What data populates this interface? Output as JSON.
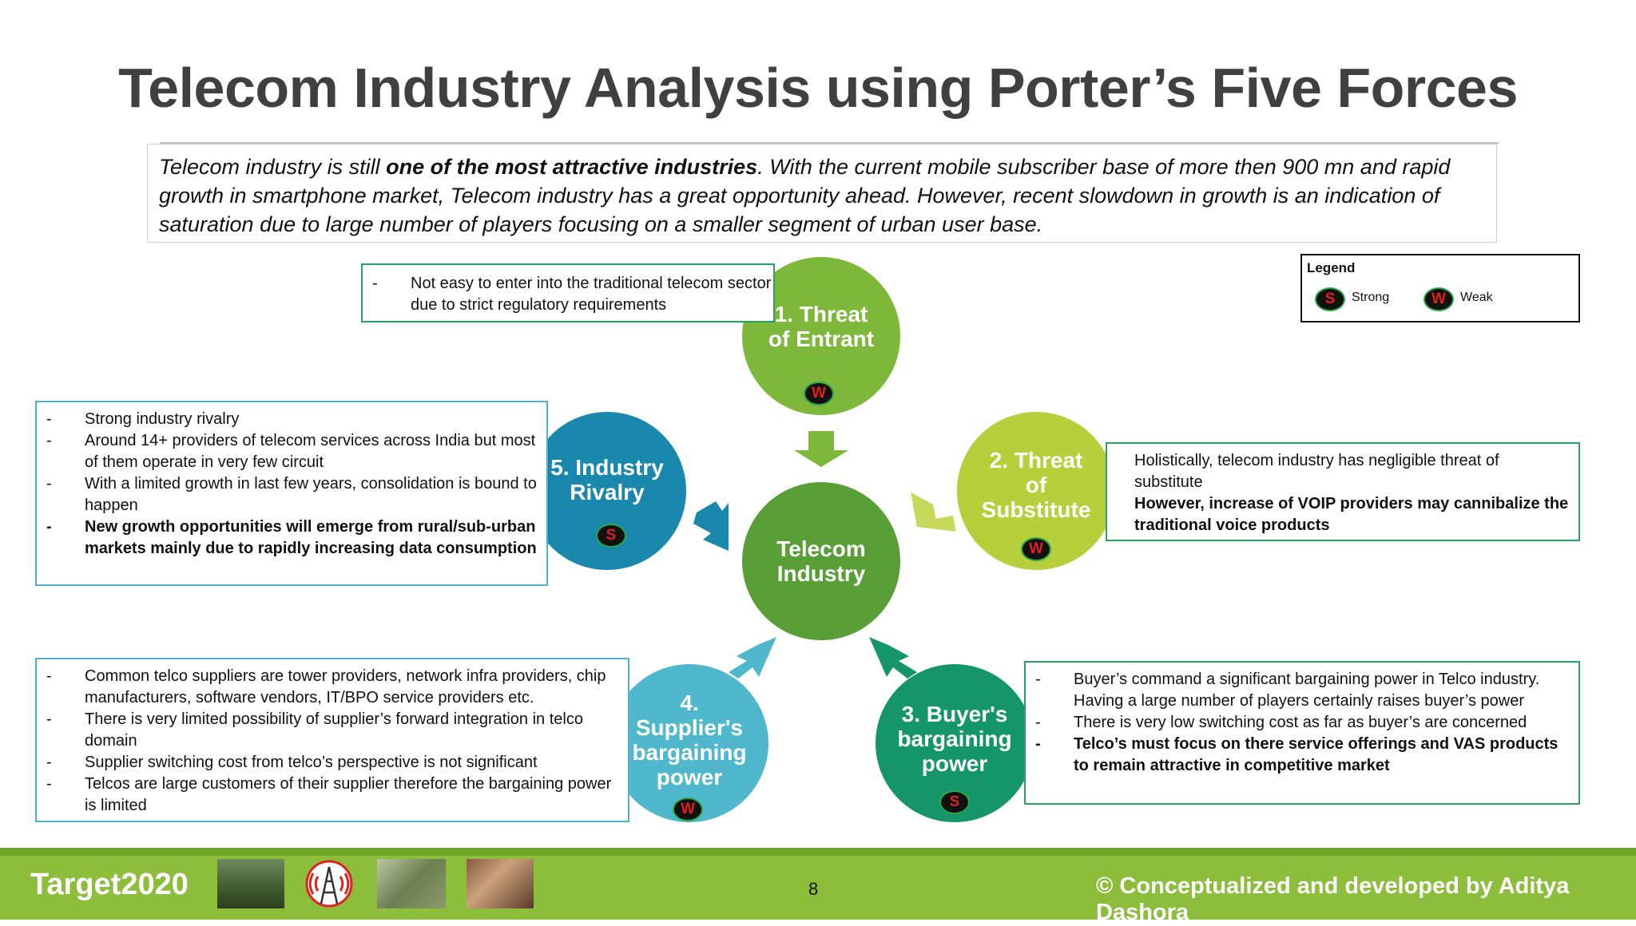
{
  "title": "Telecom Industry Analysis using Porter’s Five Forces",
  "intro": {
    "pre": "Telecom industry is still ",
    "bold": "one of the most attractive industries",
    "post": ". With the current mobile subscriber base of more then 900 mn and rapid growth in smartphone market, Telecom industry has a great opportunity ahead. However, recent slowdown in growth is an indication of saturation due to large number of players focusing on a smaller segment of urban user base."
  },
  "legend": {
    "title": "Legend",
    "strong_badge": "S",
    "strong_label": "Strong",
    "weak_badge": "W",
    "weak_label": "Weak"
  },
  "center": {
    "line1": "Telecom",
    "line2": "Industry",
    "color": "#5a9e37"
  },
  "forces": [
    {
      "id": "threat-of-entrant",
      "lines": [
        "1. Threat",
        "of Entrant"
      ],
      "rating": "W",
      "color": "#7db83a",
      "notes": [
        "Not easy to enter into the traditional telecom sector due to strict regulatory requirements"
      ]
    },
    {
      "id": "threat-of-substitute",
      "lines": [
        "2. Threat",
        "of",
        "Substitute"
      ],
      "rating": "W",
      "color": "#b7cf3a",
      "notes": [
        "Holistically, telecom industry has negligible threat of substitute",
        "However, increase of VOIP providers may cannibalize the traditional voice products"
      ]
    },
    {
      "id": "buyers-bargaining-power",
      "lines": [
        "3. Buyer's",
        "bargaining",
        "power"
      ],
      "rating": "S",
      "color": "#14966a",
      "notes": [
        "Buyer’s command a significant bargaining power in Telco industry. Having a large number of players certainly raises buyer’s power",
        "There is very low switching cost as far as buyer’s are concerned",
        "Telco’s must focus on there service offerings and VAS products to remain attractive in competitive market"
      ]
    },
    {
      "id": "suppliers-bargaining-power",
      "lines": [
        "4.",
        "Supplier's",
        "bargaining",
        "power"
      ],
      "rating": "W",
      "color": "#4fb8cc",
      "notes": [
        "Common telco suppliers are tower providers, network infra providers, chip manufacturers, software vendors, IT/BPO service providers etc.",
        "There is very limited possibility of supplier’s forward integration in telco domain",
        "Supplier switching cost from telco’s perspective is not significant",
        "Telcos are large customers of their supplier therefore the bargaining power is limited"
      ]
    },
    {
      "id": "industry-rivalry",
      "lines": [
        "5. Industry",
        "Rivalry"
      ],
      "rating": "S",
      "color": "#1a87ad",
      "notes": [
        "Strong industry rivalry",
        "Around 14+ providers of telecom services across India but most of them operate in very few circuit",
        "With a limited growth in last few years, consolidation is bound to happen",
        "New growth opportunities will emerge from rural/sub-urban markets mainly due to rapidly increasing data consumption"
      ]
    }
  ],
  "footer": {
    "brand": "Target2020",
    "page": "8",
    "credit": "© Conceptualized and developed by Aditya Dashora"
  }
}
